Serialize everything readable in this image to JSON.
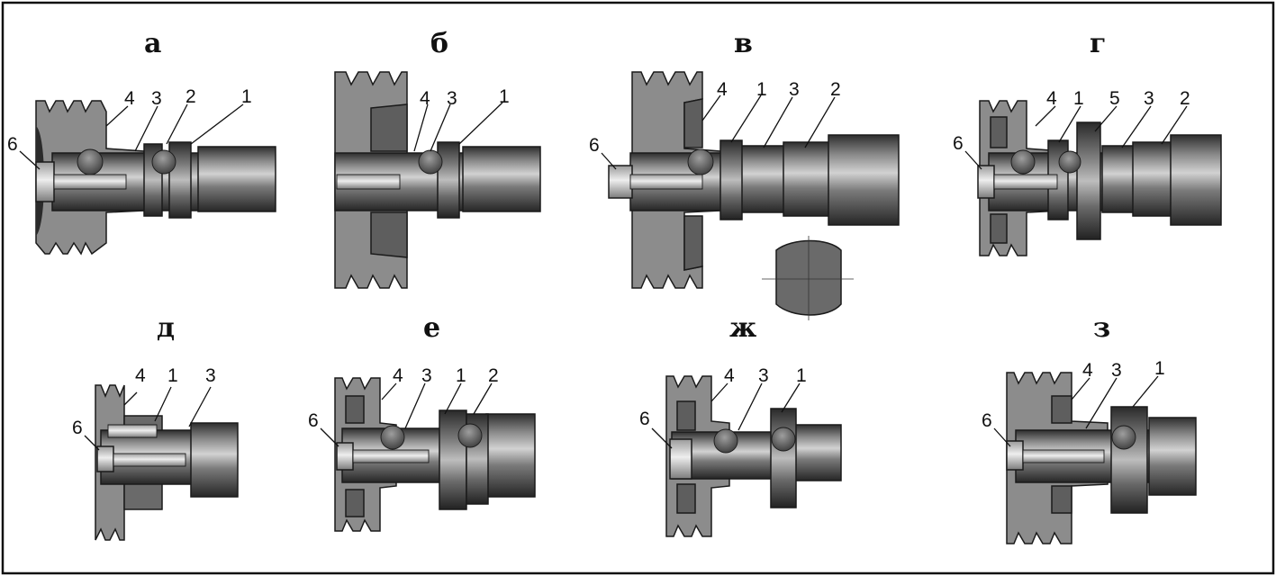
{
  "panels": [
    {
      "key": "a",
      "letter": "а",
      "labels": [
        "6",
        "4",
        "3",
        "2",
        "1"
      ]
    },
    {
      "key": "b",
      "letter": "б",
      "labels": [
        "4",
        "3",
        "1"
      ]
    },
    {
      "key": "v",
      "letter": "в",
      "labels": [
        "6",
        "4",
        "1",
        "3",
        "2"
      ]
    },
    {
      "key": "g",
      "letter": "г",
      "labels": [
        "6",
        "4",
        "1",
        "5",
        "3",
        "2"
      ]
    },
    {
      "key": "d",
      "letter": "д",
      "labels": [
        "6",
        "4",
        "1",
        "3"
      ]
    },
    {
      "key": "e",
      "letter": "е",
      "labels": [
        "6",
        "4",
        "3",
        "1",
        "2"
      ]
    },
    {
      "key": "zh",
      "letter": "ж",
      "labels": [
        "6",
        "4",
        "3",
        "1"
      ]
    },
    {
      "key": "z",
      "letter": "з",
      "labels": [
        "6",
        "4",
        "3",
        "1"
      ]
    }
  ],
  "colors": {
    "pulley": "#8c8c8c",
    "pulley_dark": "#5e5e5e",
    "shaft_dark": "#3a3a3a",
    "shaft_mid": "#6e6e6e",
    "shaft_light": "#b9b9b9",
    "bolt": "#d4d4d4",
    "frame": "#111111"
  }
}
